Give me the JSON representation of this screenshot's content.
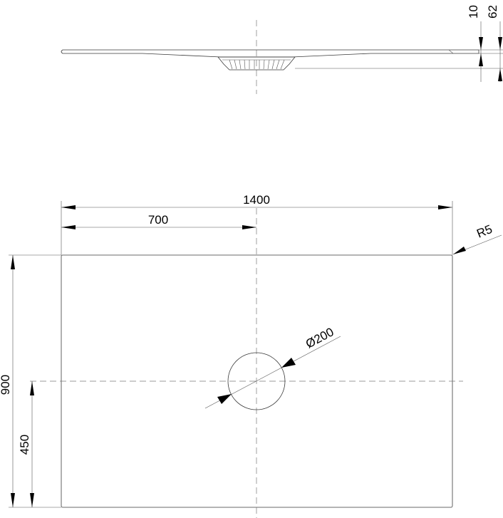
{
  "top_view": {
    "dims": {
      "thickness": "10",
      "total_height": "62"
    }
  },
  "plan_view": {
    "dims": {
      "length": "1400",
      "half_length": "700",
      "corner_radius": "R5",
      "drain_diameter": "Ø200",
      "width": "900",
      "half_width": "450"
    }
  }
}
